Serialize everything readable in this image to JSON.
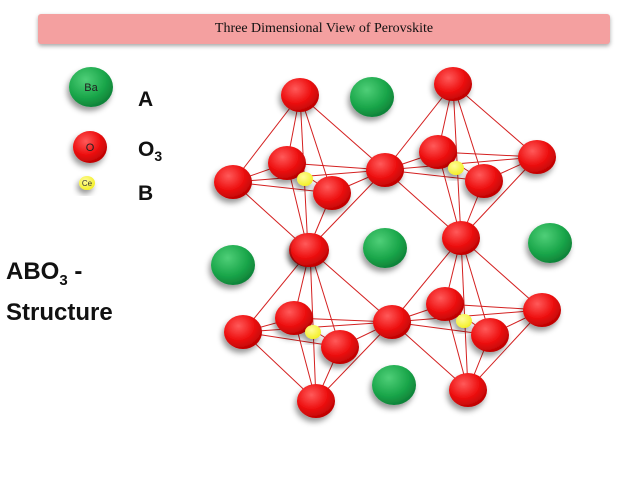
{
  "title": "Three Dimensional View of  Perovskite",
  "legend": {
    "a_atom": {
      "symbol": "Ba",
      "label": "A"
    },
    "o_atom": {
      "symbol": "O",
      "label": "O",
      "label_subscript": "3"
    },
    "b_atom": {
      "symbol": "Ce",
      "label": "B"
    }
  },
  "structure_caption": {
    "formula": "ABO",
    "subscript": "3",
    "suffix": " -",
    "line2": "Structure"
  },
  "colors": {
    "a_site": "#1aa64a",
    "oxygen": "#ee1111",
    "b_site": "#f2ee1e",
    "bond": "#d42020",
    "title_band": "#f4a0a0"
  }
}
